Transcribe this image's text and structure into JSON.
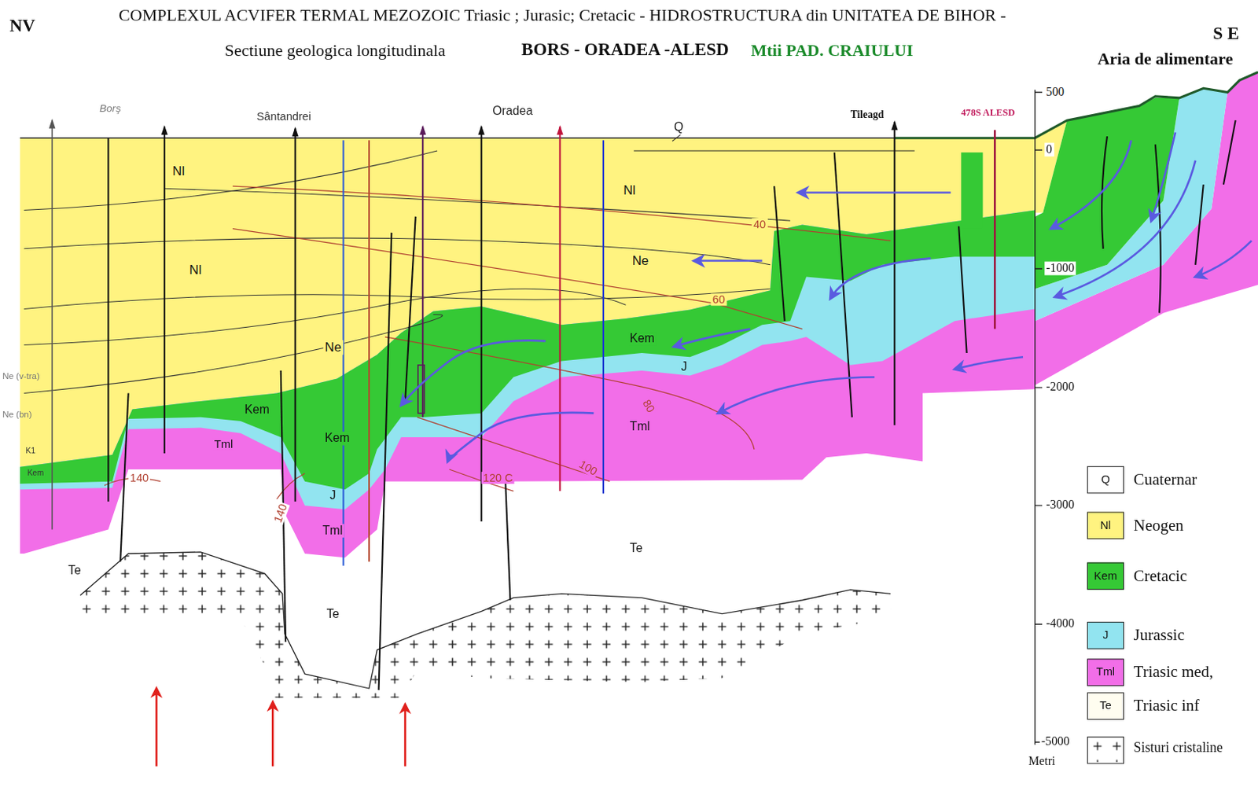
{
  "diagram": {
    "title": "COMPLEXUL ACVIFER TERMAL MEZOZOIC Triasic ; Jurasic; Cretacic - HIDROSTRUCTURA din UNITATEA DE BIHOR -",
    "labels": [
      "NV",
      "Sectiune geologica longitudinala",
      "BORS - ORADEA -ALESD",
      "Mtii PAD. CRAIULUI",
      "S E",
      "Aria de alimentare",
      "Borş",
      "Sântandrei",
      "Oradea",
      "Tileagd",
      "478S ALESD",
      "Q",
      "Nl",
      "Nl",
      "Nl",
      "Ne",
      "Ne",
      "Kem",
      "Kem",
      "Kem",
      "J",
      "J",
      "Tml",
      "Tml",
      "Tml",
      "Te",
      "Te",
      "Te",
      "Ne (v-tra)",
      "Ne (bn)",
      "K1",
      "Kem",
      "40",
      "60",
      "80",
      "100",
      "120 C",
      "140",
      "140",
      "500",
      "0",
      "-1000",
      "-2000",
      "-3000",
      "-4000",
      "-5000",
      "Metri",
      "Q",
      "Nl",
      "Kem",
      "J",
      "Tml",
      "Te"
    ],
    "legend": [
      {
        "text": "Cuaternar",
        "color": "#ffffff"
      },
      {
        "text": "Neogen",
        "color": "#fff380"
      },
      {
        "text": "Cretacic",
        "color": "#35c935"
      },
      {
        "text": "Jurassic",
        "color": "#92e4f0"
      },
      {
        "text": "Triasic med,",
        "color": "#f26ee8"
      },
      {
        "text": "Triasic inf",
        "color": "#fffdf0"
      },
      {
        "text": "Sisturi cristaline"
      }
    ]
  }
}
